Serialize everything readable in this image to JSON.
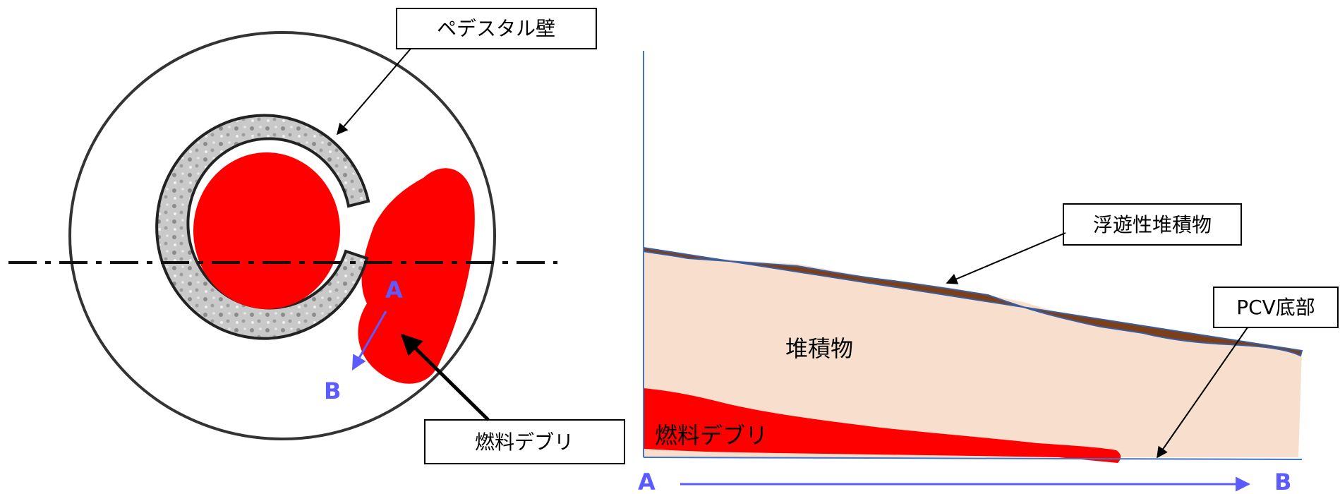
{
  "colors": {
    "debris_red": "#ff0000",
    "deposit_fill": "#f8dfcd",
    "floating_brown": "#7b3f1a",
    "axis_blue": "#4472c4",
    "ab_purple": "#5b5bff"
  },
  "left_view": {
    "pedestal_wall_label": "ペデスタル壁",
    "fuel_debris_label": "燃料デブリ",
    "point_a": "A",
    "point_b": "B"
  },
  "right_view": {
    "floating_deposit_label": "浮遊性堆積物",
    "pcv_bottom_label": "PCV底部",
    "deposit_label": "堆積物",
    "fuel_debris_label": "燃料デブリ",
    "point_a": "A",
    "point_b": "B"
  }
}
